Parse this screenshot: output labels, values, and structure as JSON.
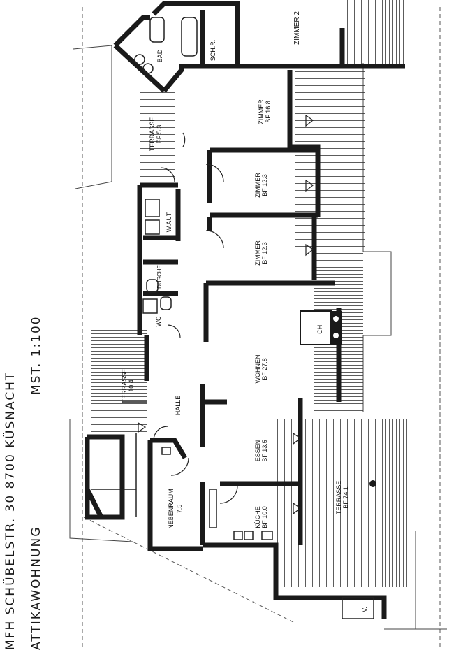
{
  "header": {
    "address": "MFH SCHÜBELSTR. 30   8700  KÜSNACHT",
    "subtitle": "ATTIKAWOHNUNG",
    "scale": "MST. 1:100"
  },
  "rooms": {
    "zimmer_top": "ZIMMER 2",
    "bad": "BAD",
    "schrank": "SCH.R.",
    "zimmer1": {
      "name": "ZIMMER",
      "area": "BF 16.8"
    },
    "terrasse1": {
      "name": "TERRASSE",
      "area": "BF 5.3"
    },
    "zimmer2": {
      "name": "ZIMMER",
      "area": "BF 12.3"
    },
    "zimmer3": {
      "name": "ZIMMER",
      "area": "BF 12.3"
    },
    "waschautomat": "W.AUT",
    "dusche": "DUSCHE",
    "wc": "WC",
    "cheminee": "CH.",
    "wohnen": {
      "name": "WOHNEN",
      "area": "BF 27.8"
    },
    "terrasse2": {
      "name": "TERRASSE",
      "area": "10.4"
    },
    "halle": "HALLE",
    "essen": {
      "name": "ESSEN",
      "area": "BF 13.5"
    },
    "nebenraum": {
      "name": "NEBENRAUM",
      "area": "7.5"
    },
    "kueche": {
      "name": "KÜCHE",
      "area": "BF 10.0"
    },
    "terrasse3": {
      "name": "TERRASSE",
      "area": "BF 74.1"
    },
    "vorraum": "V."
  },
  "colors": {
    "ink": "#1a1a1a",
    "paper": "#ffffff"
  }
}
